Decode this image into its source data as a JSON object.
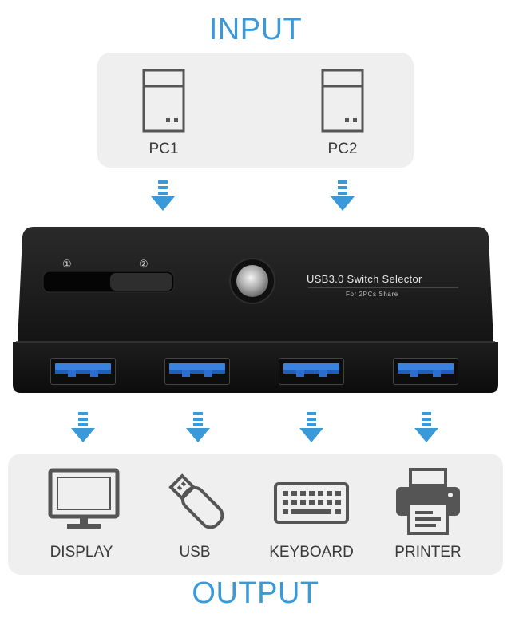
{
  "input": {
    "heading": "INPUT",
    "devices": [
      "PC1",
      "PC2"
    ]
  },
  "switch": {
    "position_labels": [
      "①",
      "②"
    ],
    "title": "USB3.0 Switch Selector",
    "subtitle": "For 2PCs Share",
    "port_count": 4
  },
  "output": {
    "heading": "OUTPUT",
    "devices": [
      {
        "label": "DISPLAY",
        "icon": "monitor-icon"
      },
      {
        "label": "USB",
        "icon": "usb-flash-drive-icon"
      },
      {
        "label": "KEYBOARD",
        "icon": "keyboard-icon"
      },
      {
        "label": "PRINTER",
        "icon": "printer-icon"
      }
    ]
  },
  "colors": {
    "accent": "#3a9ad9",
    "panel": "#efefef",
    "device_body": "#1b1b1b",
    "port_blue": "#3b82e0"
  }
}
